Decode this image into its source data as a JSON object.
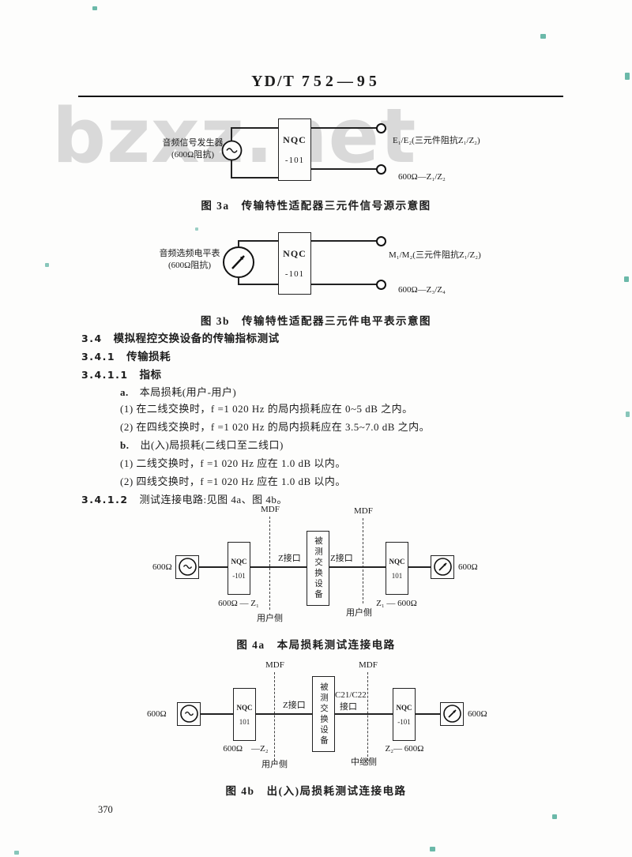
{
  "header": {
    "standard_prefix": "YD/T",
    "standard_number": "752—95"
  },
  "watermark": {
    "text": "bzxz.net"
  },
  "fig3a": {
    "device_name": "音频信号发生器",
    "device_impedance": "(600Ω阻抗)",
    "adapter_line1": "NQC",
    "adapter_line2": "-101",
    "out_top": "E₁/E₂(三元件阻抗Z₁/Z₂)",
    "out_bottom": "600Ω—Z₁/Z₂",
    "caption": "图 3a　传输特性适配器三元件信号源示意图"
  },
  "fig3b": {
    "device_name": "音频选频电平表",
    "device_impedance": "(600Ω阻抗)",
    "adapter_line1": "NQC",
    "adapter_line2": "-101",
    "out_top": "M₁/M₂(三元件阻抗Z₁/Z₂)",
    "out_bottom": "600Ω—Z₃/Z₄",
    "caption": "图 3b　传输特性适配器三元件电平表示意图"
  },
  "text": {
    "s34_num": "3.4",
    "s34_title": "模拟程控交换设备的传输指标测试",
    "s341_num": "3.4.1",
    "s341_title": "传输损耗",
    "s3411_num": "3.4.1.1",
    "s3411_title": "指标",
    "item_a_label": "a.",
    "item_a_text": "本局损耗(用户-用户)",
    "a1": "(1) 在二线交换时，f =1 020 Hz 的局内损耗应在 0~5 dB 之内。",
    "a2": "(2) 在四线交换时，f =1 020 Hz 的局内损耗应在 3.5~7.0 dB 之内。",
    "item_b_label": "b.",
    "item_b_text": "出(入)局损耗(二线口至二线口)",
    "b1": "(1) 二线交换时，f =1 020 Hz 应在 1.0 dB 以内。",
    "b2": "(2) 四线交换时，f =1 020 Hz 应在 1.0 dB 以内。",
    "s3412_num": "3.4.1.2",
    "s3412_title": "测试连接电路:见图 4a、图 4b。"
  },
  "fig4a": {
    "mdf_left": "MDF",
    "mdf_right": "MDF",
    "src_impedance": "600Ω",
    "nqc1_line1": "NQC",
    "nqc1_line2": "-101",
    "nqc1_below": "600Ω — Z₁",
    "port_left": "Z接口",
    "port_right": "Z接口",
    "dut": "被测交换设备",
    "nqc2_line1": "NQC",
    "nqc2_line2": "101",
    "nqc2_below": "Z₁ — 600Ω",
    "meter_impedance": "600Ω",
    "side_left": "用户侧",
    "side_right": "用户侧",
    "caption": "图 4a　本局损耗测试连接电路"
  },
  "fig4b": {
    "mdf_left": "MDF",
    "mdf_right": "MDF",
    "src_impedance": "600Ω",
    "nqc1_line1": "NQC",
    "nqc1_line2": "101",
    "nqc1_below": "600Ω　—Z₂",
    "port_left": "Z接口",
    "port_right_line1": "C21/C22",
    "port_right_line2": "接口",
    "dut": "被测交换设备",
    "nqc2_line1": "NQC",
    "nqc2_line2": "-101",
    "nqc2_below": "Z₂— 600Ω",
    "meter_impedance": "600Ω",
    "side_left": "用户侧",
    "side_right": "中继侧",
    "caption": "图 4b　出(入)局损耗测试连接电路"
  },
  "page": {
    "number": "370"
  }
}
